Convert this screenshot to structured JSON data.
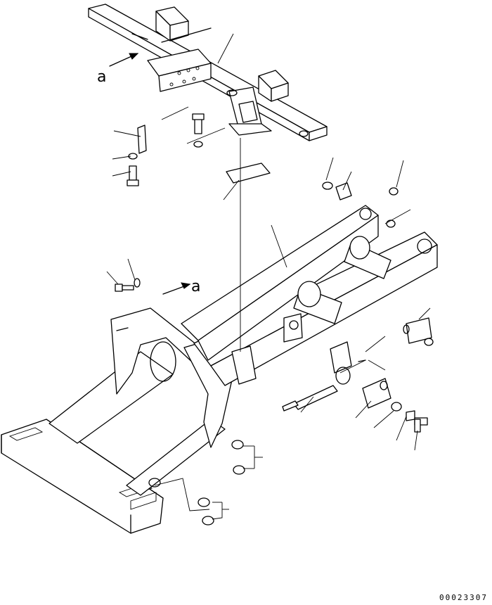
{
  "diagram": {
    "view_labels": [
      "a",
      "a"
    ],
    "drawing_number": "00023307"
  }
}
